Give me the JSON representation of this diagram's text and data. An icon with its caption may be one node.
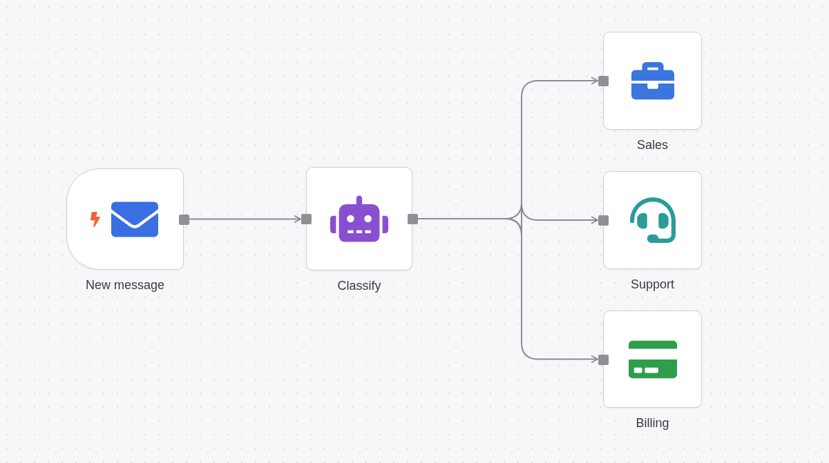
{
  "diagram": {
    "nodes": [
      {
        "text": [
          "New message"
        ]
      },
      {
        "text": [
          "Classify"
        ]
      },
      {
        "text": [
          "Sales"
        ]
      },
      {
        "text": [
          "Support"
        ]
      },
      {
        "text": [
          "Billing"
        ]
      }
    ],
    "edges": [
      {
        "from": 0,
        "to": 1,
        "arrow": "to"
      },
      {
        "from": 1,
        "to": 2,
        "arrow": "to"
      },
      {
        "from": 1,
        "to": 3,
        "arrow": "to"
      },
      {
        "from": 1,
        "to": 4,
        "arrow": "to"
      }
    ]
  }
}
